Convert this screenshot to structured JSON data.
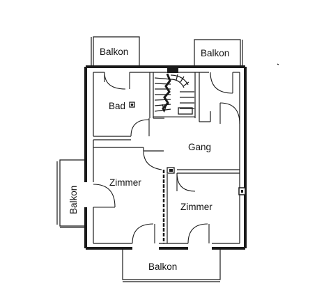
{
  "rooms": {
    "balcony_top_left": "Balkon",
    "balcony_top_right": "Balkon",
    "balcony_left": "Balkon",
    "balcony_bottom": "Balkon",
    "bathroom": "Bad",
    "hallway": "Gang",
    "room_left": "Zimmer",
    "room_right": "Zimmer"
  },
  "colors": {
    "wall": "#1a1a1a",
    "background": "#ffffff"
  }
}
